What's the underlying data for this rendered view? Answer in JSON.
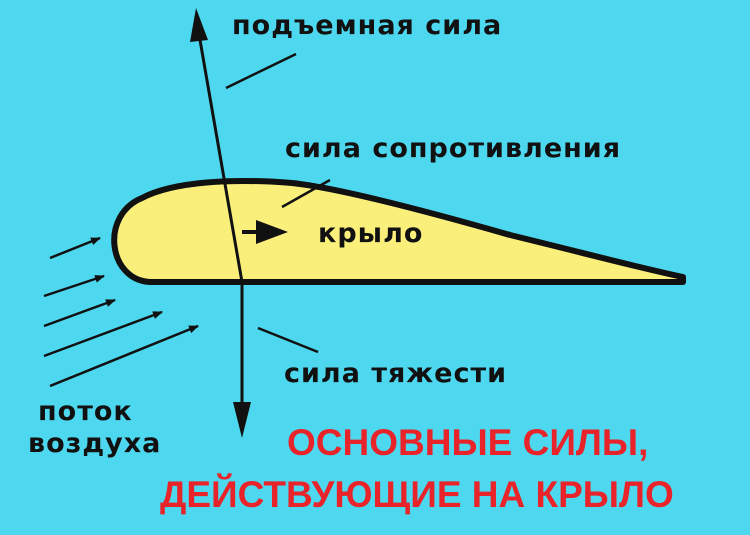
{
  "labels": {
    "lift": "подъемная сила",
    "drag": "сила сопротивления",
    "wing": "крыло",
    "gravity": "сила тяжести",
    "airflow_line1": "поток",
    "airflow_line2": "воздуха"
  },
  "caption": {
    "line1": "ОСНОВНЫЕ СИЛЫ,",
    "line2": "ДЕЙСТВУЮЩИЕ НА КРЫЛО"
  },
  "colors": {
    "background": "#4ed8ef",
    "wing_fill": "#fbef7c",
    "outline": "#111111",
    "caption_text": "#e8232a"
  }
}
